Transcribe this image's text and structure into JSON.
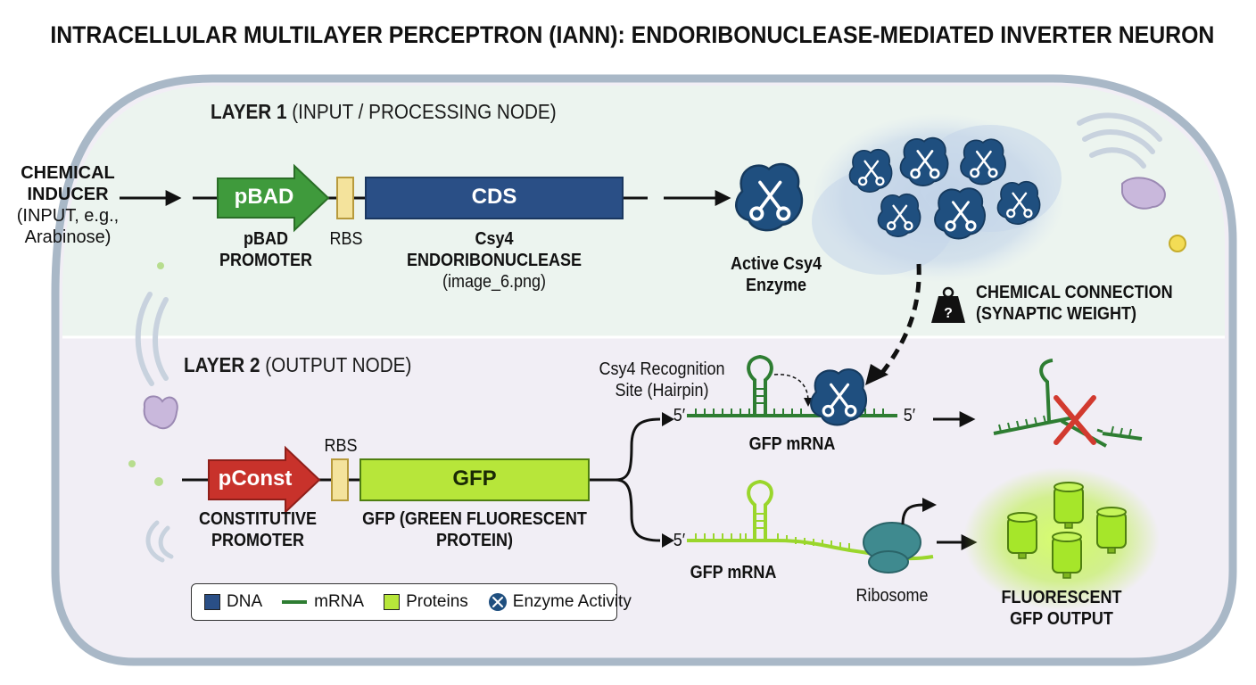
{
  "title": "INTRACELLULAR MULTILAYER PERCEPTRON (IANN): ENDORIBONUCLEASE-MEDIATED INVERTER NEURON",
  "colors": {
    "dna": "#2a4f86",
    "mrna": "#2e7d32",
    "protein": "#b7e63a",
    "promoter_green": "#3f9a3c",
    "promoter_red": "#c8322b",
    "rbs": "#f4e39c",
    "enzyme": "#1f4f7f",
    "cell_border": "#a9b8c7",
    "layer1_bg": "#ecf4ef",
    "layer2_bg": "#f1eef5"
  },
  "input": {
    "title_line1": "CHEMICAL",
    "title_line2": "INDUCER",
    "detail_line1": "(INPUT, e.g.,",
    "detail_line2": "Arabinose)"
  },
  "layer1": {
    "title_bold": "LAYER 1",
    "title_rest": " (INPUT / PROCESSING NODE)",
    "promoter_box": "pBAD",
    "promoter_label_1": "pBAD",
    "promoter_label_2": "PROMOTER",
    "rbs_label": "RBS",
    "cds_box": "CDS",
    "cds_label_1": "Csy4",
    "cds_label_2": "ENDORIBONUCLEASE",
    "cds_label_3": "(image_6.png)",
    "enzyme_label_1": "Active Csy4",
    "enzyme_label_2": "Enzyme"
  },
  "connection": {
    "label_1": "CHEMICAL CONNECTION",
    "label_2": "(SYNAPTIC WEIGHT)",
    "weight_icon": "weight-question-icon"
  },
  "layer2": {
    "title_bold": "LAYER 2",
    "title_rest": " (OUTPUT NODE)",
    "rbs_label": "RBS",
    "promoter_box": "pConst",
    "promoter_label_1": "CONSTITUTIVE",
    "promoter_label_2": "PROMOTER",
    "gfp_box": "GFP",
    "gfp_label_1": "GFP (GREEN FLUORESCENT",
    "gfp_label_2": "PROTEIN)",
    "recognition_label_1": "Csy4 Recognition",
    "recognition_label_2": "Site (Hairpin)",
    "mrna_top_5prime": "5′",
    "mrna_top_5prime_right": "5′",
    "mrna_top_label": "GFP mRNA",
    "mrna_bottom_5prime": "5′",
    "mrna_bottom_label": "GFP mRNA",
    "ribosome_label": "Ribosome",
    "output_label_1": "FLUORESCENT",
    "output_label_2": "GFP OUTPUT"
  },
  "legend": {
    "dna": "DNA",
    "mrna": "mRNA",
    "proteins": "Proteins",
    "enzyme_activity": "Enzyme Activity"
  }
}
